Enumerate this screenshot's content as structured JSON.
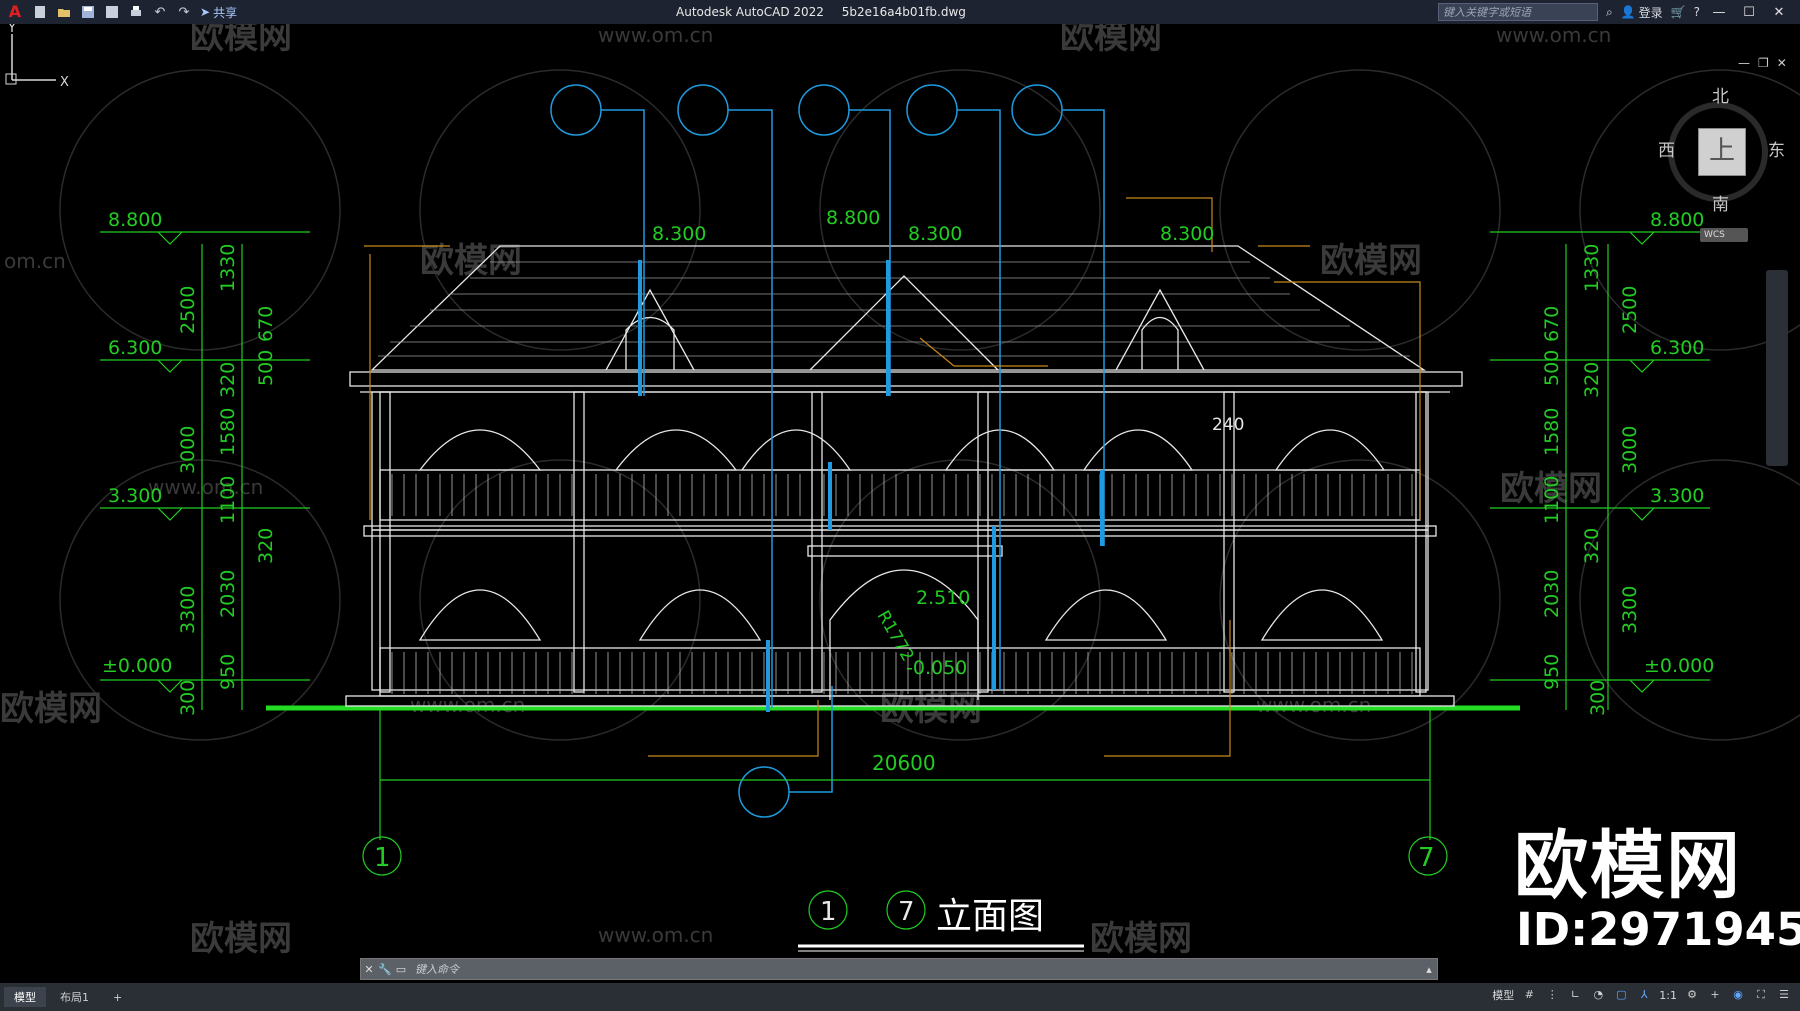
{
  "titlebar": {
    "app_name": "Autodesk AutoCAD 2022",
    "file_name": "5b2e16a4b01fb.dwg",
    "share_label": "共享",
    "search_placeholder": "键入关键字或短语",
    "login_label": "登录"
  },
  "viewcube": {
    "north": "北",
    "south": "南",
    "west": "西",
    "east": "东",
    "face": "上",
    "wcs": "WCS"
  },
  "watermarks": {
    "brand": "欧模网",
    "url": "www.om.cn",
    "url_short": "om.cn"
  },
  "brand": {
    "name": "欧模网",
    "id_label": "ID:2971945"
  },
  "drawing": {
    "title": "立面图",
    "axis_start": "1",
    "axis_end": "7",
    "overall_width": "20600",
    "radius_label": "R1772",
    "levels_left": [
      "8.800",
      "6.300",
      "3.300",
      "±0.000"
    ],
    "levels_right": [
      "8.800",
      "6.300",
      "3.300",
      "±0.000"
    ],
    "roof_levels": [
      "8.300",
      "8.800",
      "8.300",
      "8.300"
    ],
    "entry_levels": [
      "2.510",
      "-0.050"
    ],
    "dim_outer": [
      "2500",
      "3000",
      "3300",
      "300"
    ],
    "dim_inner": [
      "1330",
      "670",
      "500",
      "320",
      "1580",
      "1100",
      "320",
      "2030",
      "950"
    ],
    "small_dim": "240"
  },
  "commandline": {
    "placeholder": "键入命令"
  },
  "statusbar": {
    "tabs": [
      "模型",
      "布局1"
    ],
    "add_tab": "+",
    "model_label": "模型",
    "scale": "1:1"
  },
  "colors": {
    "green": "#22cc22",
    "blue": "#1e9be0",
    "orange": "#c8891e",
    "white": "#e8e8e8",
    "ground": "#22dd22"
  }
}
